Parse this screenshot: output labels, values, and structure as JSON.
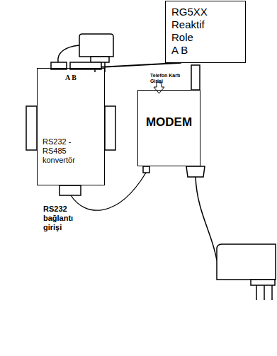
{
  "diagram": {
    "nodes": [
      {
        "text": [
          "RG5XX Reaktif Role",
          "A B"
        ]
      },
      {
        "text": [
          "A B",
          "RS232 - RS485 konvertör"
        ]
      },
      {
        "text": [
          "MODEM"
        ]
      }
    ],
    "edges": [
      {
        "from": 0,
        "to": 1,
        "arrow": "none"
      },
      {
        "from": 1,
        "to": 2,
        "arrow": "none"
      }
    ],
    "labels": [
      "Telefon Kartı Girişi",
      "RS232 bağlantı girişi"
    ]
  }
}
